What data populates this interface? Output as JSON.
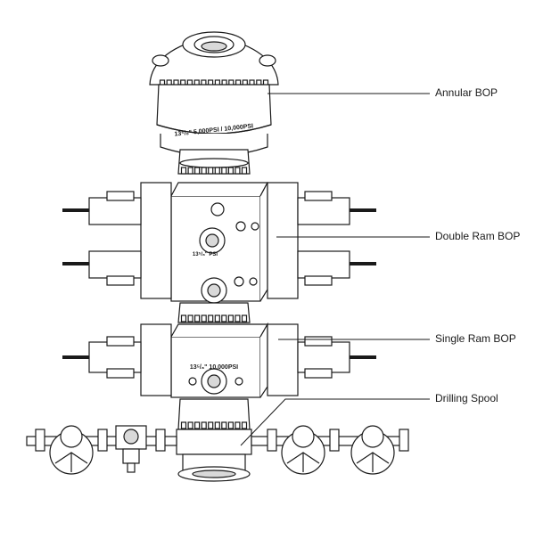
{
  "labels": {
    "annular": "Annular BOP",
    "double_ram": "Double Ram BOP",
    "single_ram": "Single Ram BOP",
    "spool": "Drilling Spool"
  },
  "stamps": {
    "annular_rating": "13⁵/₈\" 5,000PSI / 10,000PSI",
    "double_ram_size": "13⁵/₈\" PSI",
    "single_ram_size": "13⁵/₈\" 10,000PSI"
  },
  "colors": {
    "line": "#1a1a1a",
    "fill": "#ffffff",
    "shade": "#d9d9d9"
  }
}
